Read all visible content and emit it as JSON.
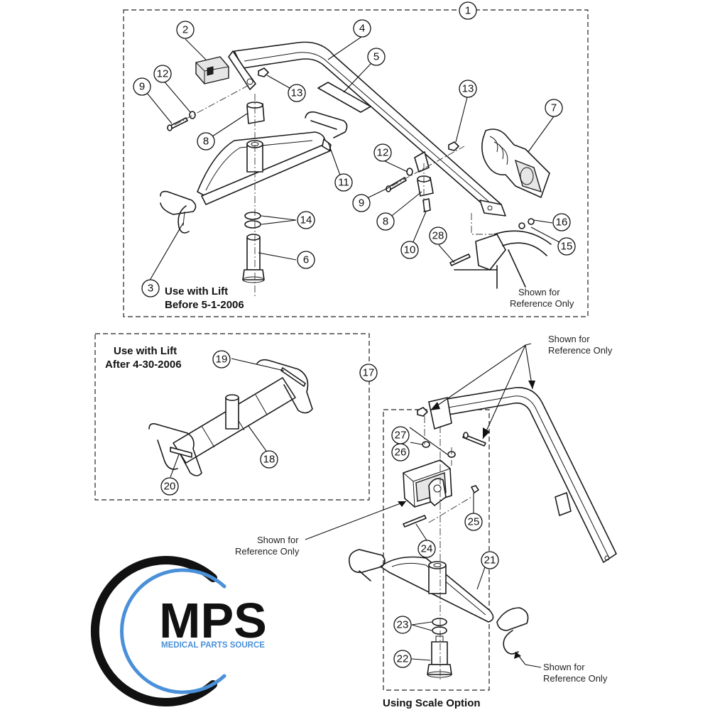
{
  "callouts": {
    "c1": "1",
    "c2": "2",
    "c3": "3",
    "c4": "4",
    "c5": "5",
    "c6": "6",
    "c7": "7",
    "c8a": "8",
    "c8b": "8",
    "c9a": "9",
    "c9b": "9",
    "c10": "10",
    "c11": "11",
    "c12a": "12",
    "c12b": "12",
    "c13a": "13",
    "c13b": "13",
    "c14": "14",
    "c15": "15",
    "c16": "16",
    "c17": "17",
    "c18": "18",
    "c19": "19",
    "c20": "20",
    "c21": "21",
    "c22": "22",
    "c23": "23",
    "c24": "24",
    "c25": "25",
    "c26": "26",
    "c27": "27",
    "c28": "28"
  },
  "captions": {
    "before_line1": "Use with Lift",
    "before_line2": "Before 5-1-2006",
    "after_line1": "Use with Lift",
    "after_line2": "After 4-30-2006",
    "scale_option": "Using Scale Option"
  },
  "notes": {
    "ref_top_1": "Shown for",
    "ref_top_2": "Reference Only",
    "ref_right_1": "Shown for",
    "ref_right_2": "Reference Only",
    "ref_left_1": "Shown for",
    "ref_left_2": "Reference Only",
    "ref_bottom_1": "Shown for",
    "ref_bottom_2": "Reference Only"
  },
  "logo": {
    "mark": "MPS",
    "subtitle": "MEDICAL PARTS SOURCE",
    "color_dark": "#111111",
    "color_blue": "#4a90d9"
  }
}
